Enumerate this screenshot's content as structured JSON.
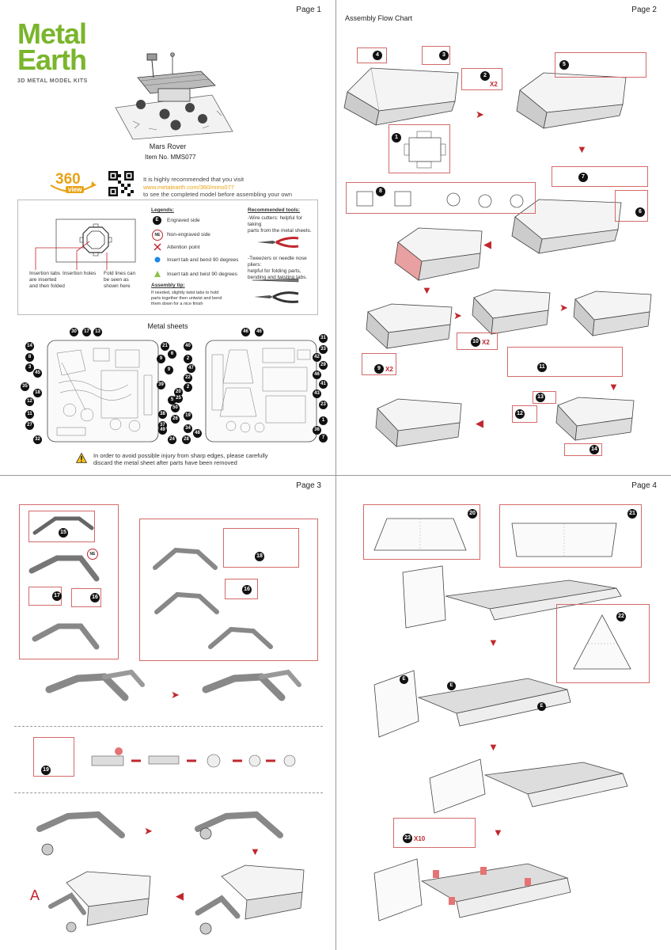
{
  "page1": {
    "page_label": "Page 1",
    "brand": {
      "line1": "Metal",
      "line2": "Earth",
      "tagline": "3D METAL MODEL KITS"
    },
    "product_name": "Mars Rover",
    "item_label": "Item No.",
    "item_number": "MMS077",
    "badge_360": {
      "number": "360",
      "word": "view"
    },
    "visit_lines": [
      "It is highly recommended that you visit",
      "www.metalearth.com/360/mms077",
      "to see the completed model before assembling your own"
    ],
    "diagram_labels": [
      "Insertion tabs are inserted and then folded",
      "Insertion holes",
      "Fold lines can be seen as shown here"
    ],
    "legends": {
      "title": "Legends:",
      "engraved_mark": "E",
      "engraved": "Engraved side",
      "nonengraved_mark": "NE",
      "nonengraved": "Non-engraved side",
      "attention": "Attention point",
      "insert_bend": "Insert tab and bend 90 degrees",
      "insert_twist": "Insert tab and twist 90 degrees"
    },
    "assembly_tip": {
      "title": "Assembly tip:",
      "text": [
        "If needed, slightly twist tabs to hold",
        "parts together then untwist and bend",
        "them down for a nice finish"
      ]
    },
    "tools": {
      "title": "Recommended tools:",
      "wire_cutters": [
        "-Wire cutters: helpful for taking",
        "parts from the metal sheets."
      ],
      "tweezers": [
        "-Tweezers or needle nose pliers:",
        "helpful for folding parts,",
        "bending and twisting tabs."
      ]
    },
    "metal_sheets_title": "Metal sheets",
    "sheet1_left_numbers": [
      "14",
      "8",
      "3",
      "45",
      "35",
      "18",
      "12",
      "11",
      "27",
      "32"
    ],
    "sheet1_top_numbers": [
      "30",
      "17",
      "13"
    ],
    "sheet1_right_numbers": [
      "21",
      "6",
      "9",
      "9",
      "39",
      "20",
      "5",
      "38",
      "37",
      "49",
      "24"
    ],
    "sheet2_left_numbers": [
      "40",
      "2",
      "47",
      "22",
      "2",
      "19",
      "25",
      "50",
      "26",
      "34",
      "28",
      "48"
    ],
    "sheet2_top_numbers": [
      "46",
      "46"
    ],
    "sheet2_right_numbers": [
      "31",
      "33",
      "42",
      "29",
      "46",
      "41",
      "43",
      "23",
      "1",
      "36",
      "7"
    ],
    "warning": [
      "In order to avoid possible injury from sharp edges, please carefully",
      "discard the metal sheet after parts have been removed"
    ]
  },
  "page2": {
    "page_label": "Page 2",
    "title": "Assembly Flow Chart",
    "step_numbers": [
      "4",
      "3",
      "2",
      "1",
      "5",
      "7",
      "6",
      "8",
      "10",
      "9",
      "11",
      "13",
      "12",
      "14"
    ],
    "multipliers": {
      "step2": "X2",
      "step9": "X2",
      "step10": "X2"
    }
  },
  "page3": {
    "page_label": "Page 3",
    "step_numbers": [
      "15",
      "17",
      "16",
      "18",
      "16",
      "19"
    ],
    "ne_mark": "NE",
    "sub_label": "A"
  },
  "page4": {
    "page_label": "Page 4",
    "step_numbers": [
      "20",
      "21",
      "22",
      "23"
    ],
    "engraved_mark": "E",
    "multiplier": "X10"
  },
  "colors": {
    "brand_green": "#7ab52c",
    "accent_red": "#c0272d",
    "box_red": "#d46a6a",
    "link_orange": "#e8a317"
  }
}
